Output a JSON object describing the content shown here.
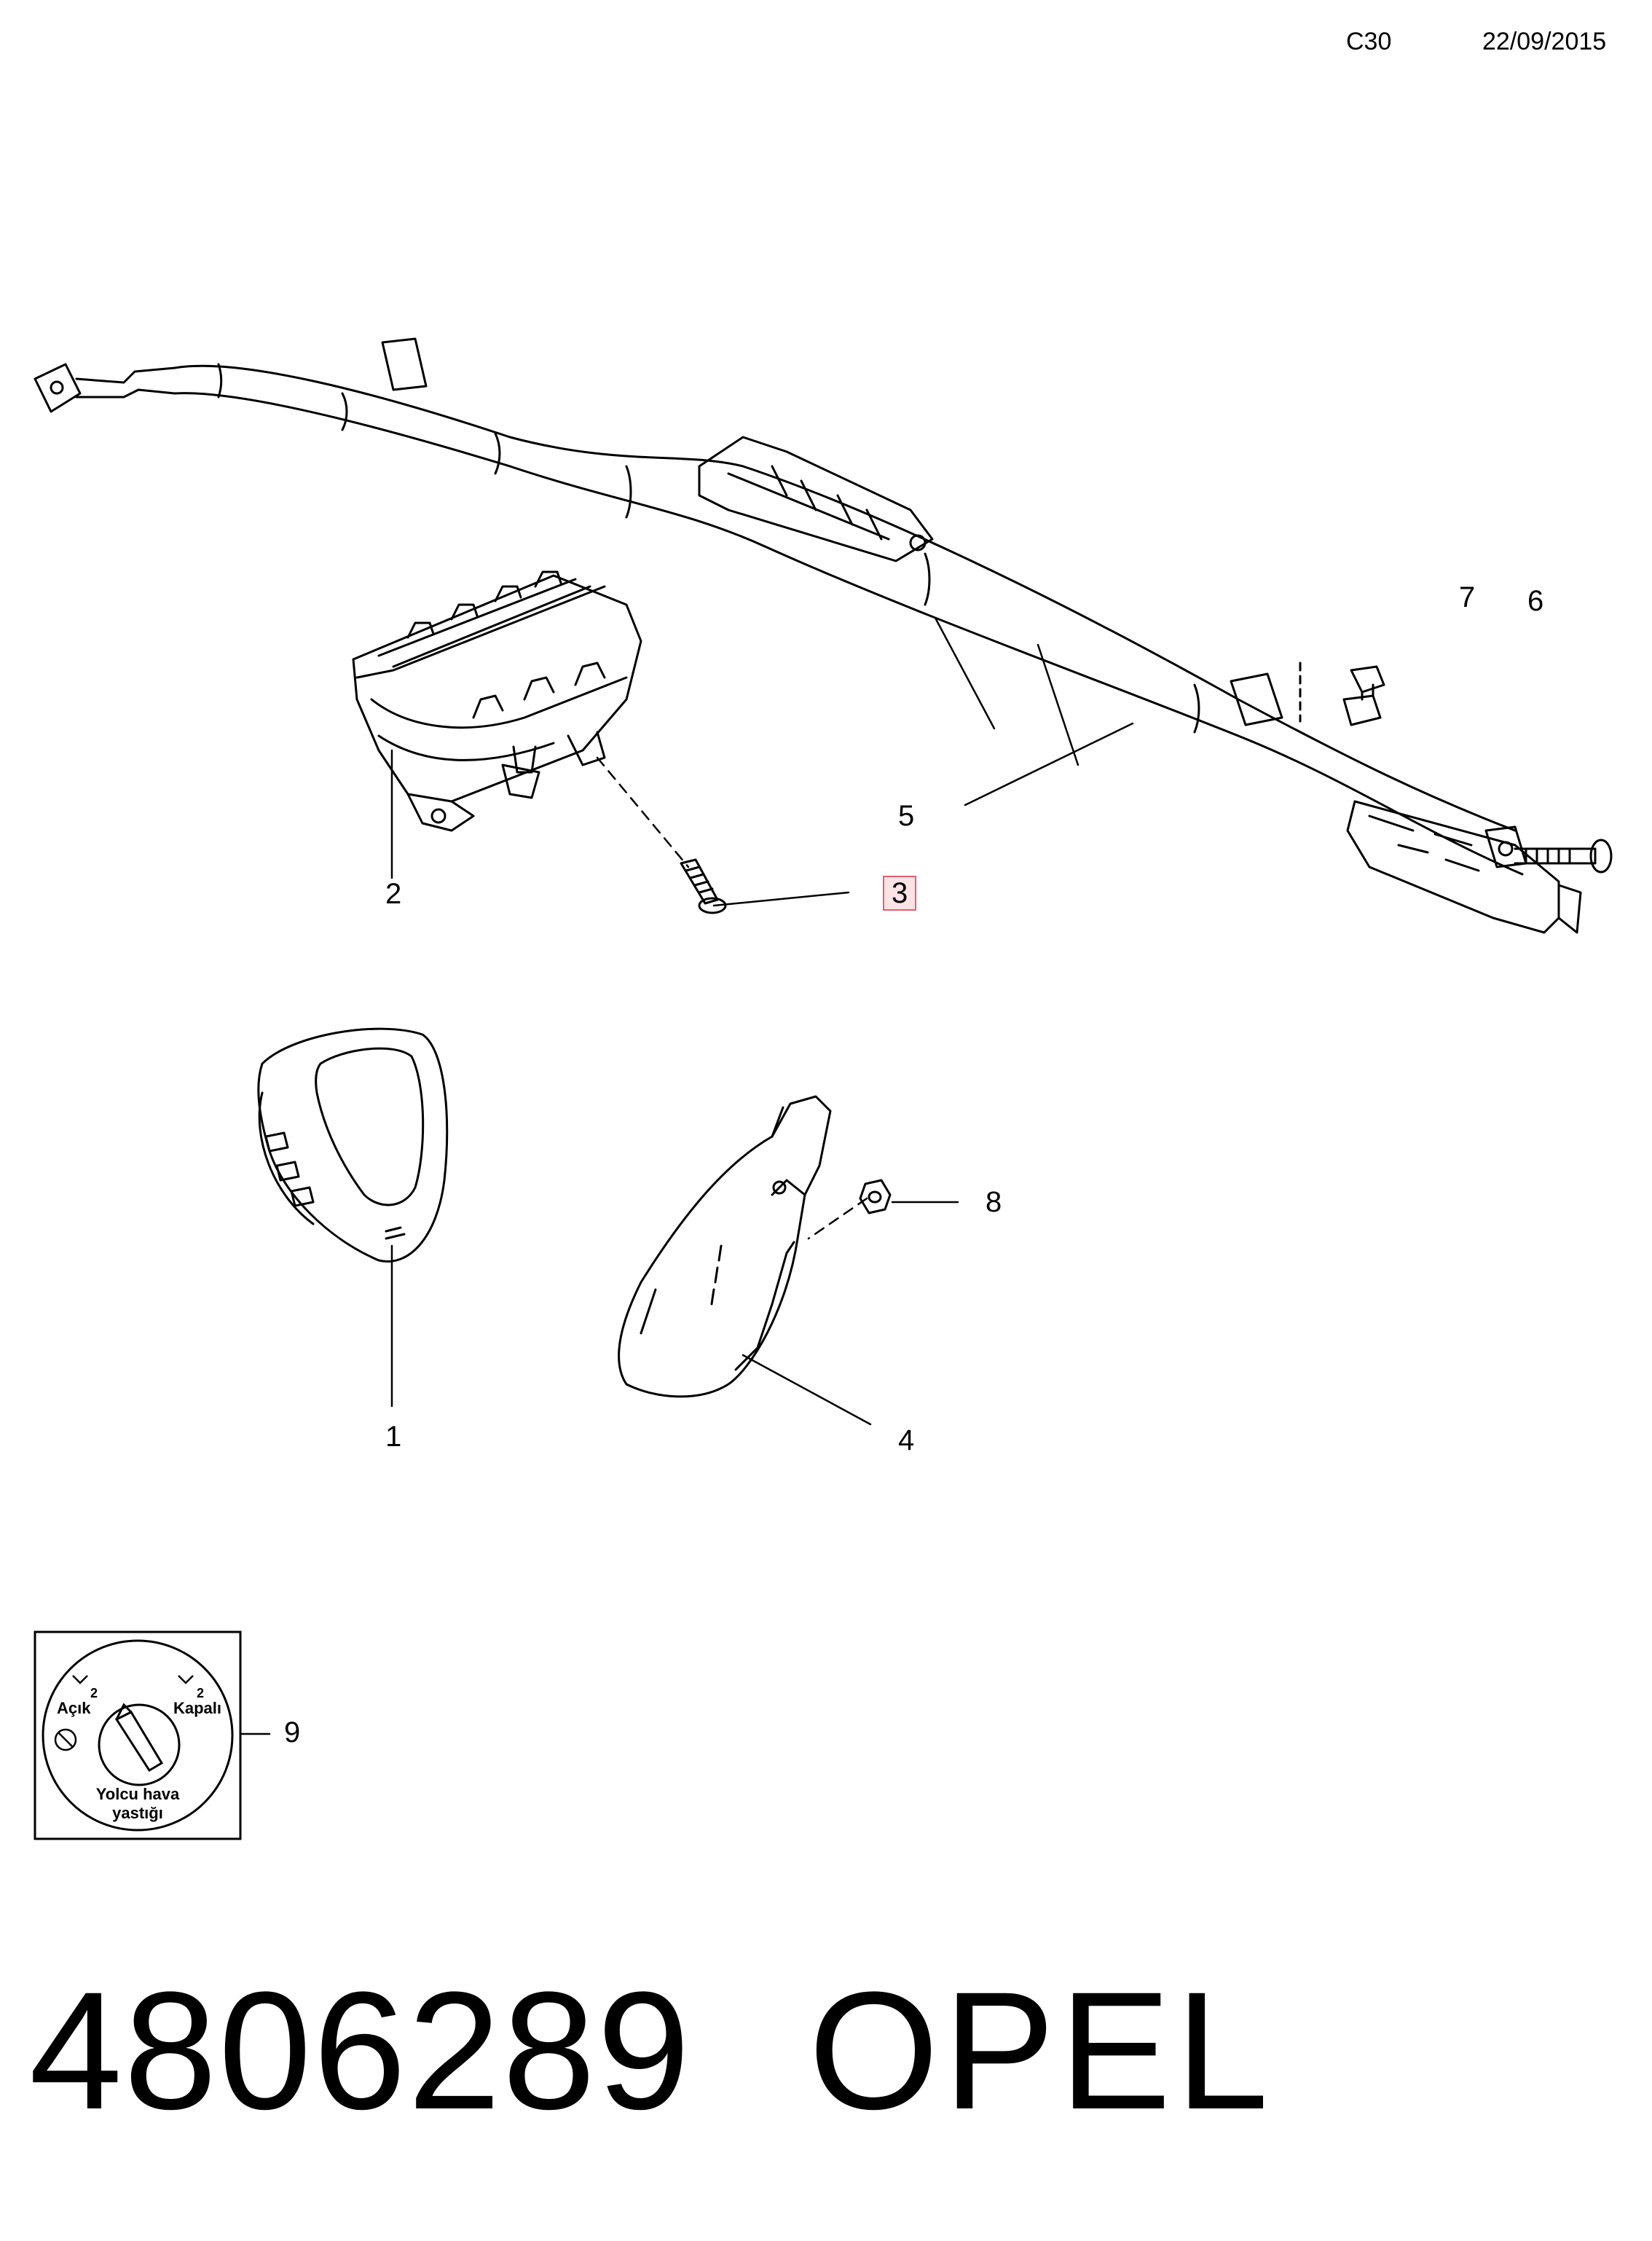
{
  "header": {
    "code": "C30",
    "date": "22/09/2015"
  },
  "callouts": {
    "c1": "1",
    "c2": "2",
    "c3": "3",
    "c4": "4",
    "c5": "5",
    "c6": "6",
    "c7": "7",
    "c8": "8",
    "c9": "9"
  },
  "label_sticker": {
    "on_text": "Açık",
    "off_text": "Kapalı",
    "on_num": "2",
    "off_num": "2",
    "title_line1": "Yolcu hava",
    "title_line2": "yastığı"
  },
  "footer": {
    "part_number": "4806289",
    "brand": "OPEL"
  },
  "colors": {
    "line": "#000000",
    "highlight_border": "#e06070",
    "highlight_fill": "#fbe3e6"
  }
}
